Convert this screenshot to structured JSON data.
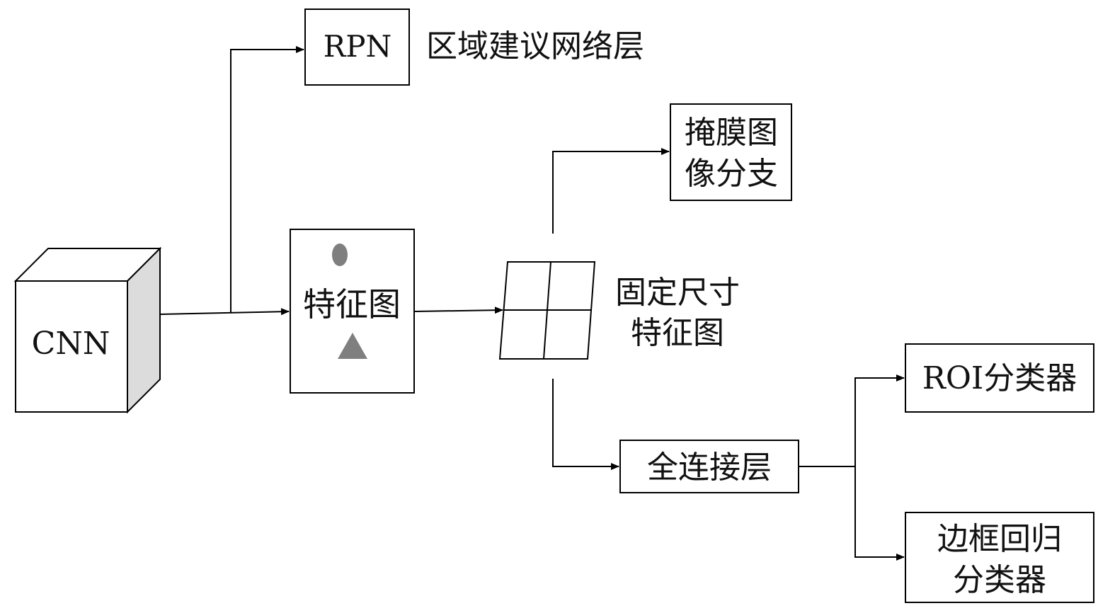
{
  "nodes": {
    "cnn": "CNN",
    "rpn": "RPN",
    "rpn_caption": "区域建议网络层",
    "feature_map": "特征图",
    "fixed_size_line1": "固定尺寸",
    "fixed_size_line2": "特征图",
    "mask_line1": "掩膜图",
    "mask_line2": "像分支",
    "fc_layer": "全连接层",
    "roi_classifier": "ROI分类器",
    "bbox_line1": "边框回归",
    "bbox_line2": "分类器"
  },
  "colors": {
    "stroke": "#000000",
    "cube_side": "#dcdcdc",
    "shape_fill": "#7f7f7f"
  }
}
